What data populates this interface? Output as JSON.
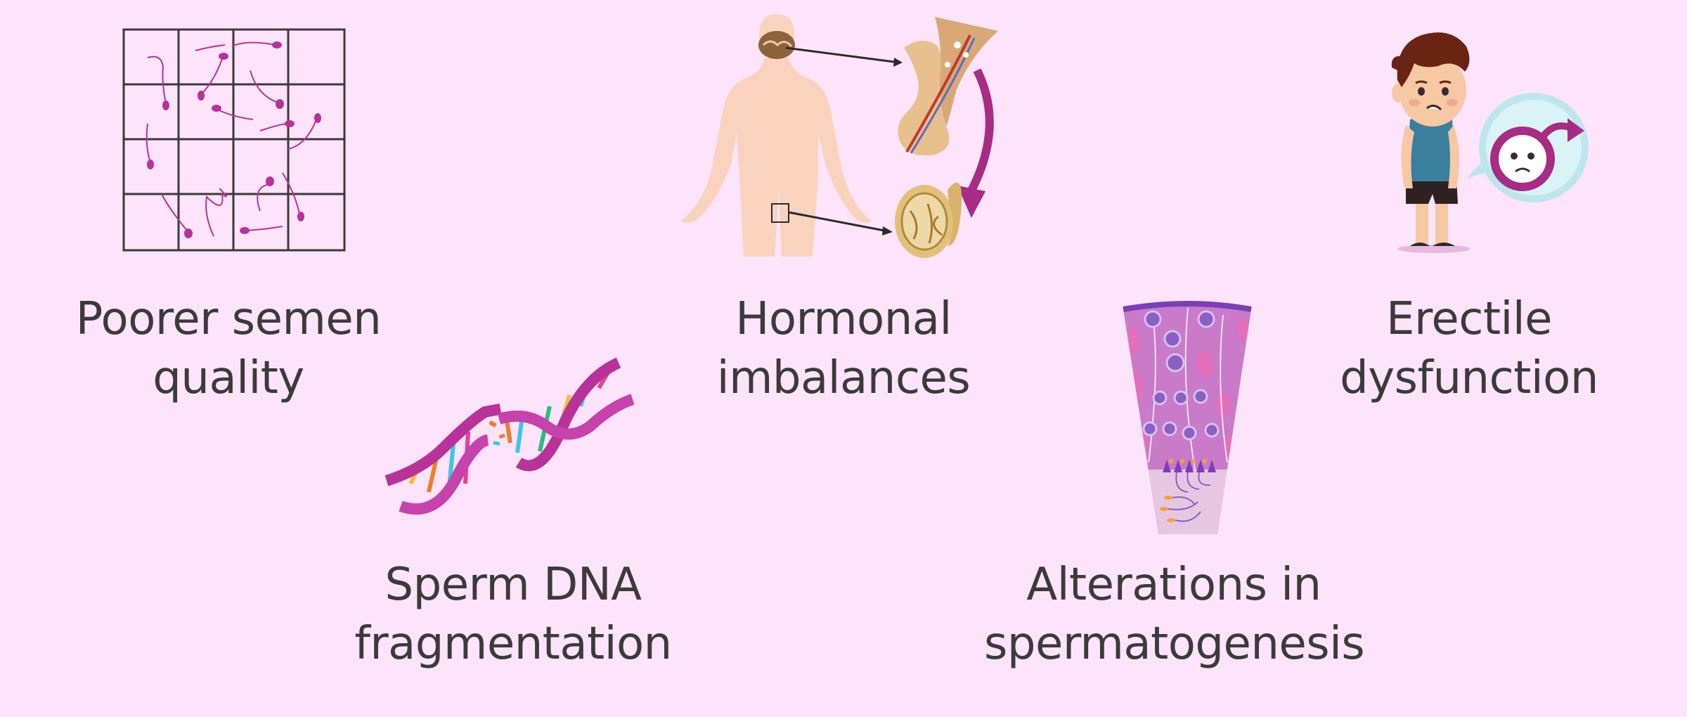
{
  "background_color": "#fde4fa",
  "accent_color": "#b8329a",
  "items": [
    {
      "id": "semen-quality",
      "icon": "sperm-grid-icon",
      "lines": [
        "Poorer semen",
        "quality"
      ]
    },
    {
      "id": "hormonal",
      "icon": "endocrine-axis-icon",
      "lines": [
        "Hormonal",
        "imbalances"
      ]
    },
    {
      "id": "erectile",
      "icon": "sad-boy-icon",
      "lines": [
        "Erectile",
        "dysfunction"
      ]
    },
    {
      "id": "dna",
      "icon": "broken-dna-icon",
      "lines": [
        "Sperm DNA",
        "fragmentation"
      ]
    },
    {
      "id": "spermatogenesis",
      "icon": "seminiferous-tubule-icon",
      "lines": [
        "Alterations in",
        "spermatogenesis"
      ]
    }
  ]
}
